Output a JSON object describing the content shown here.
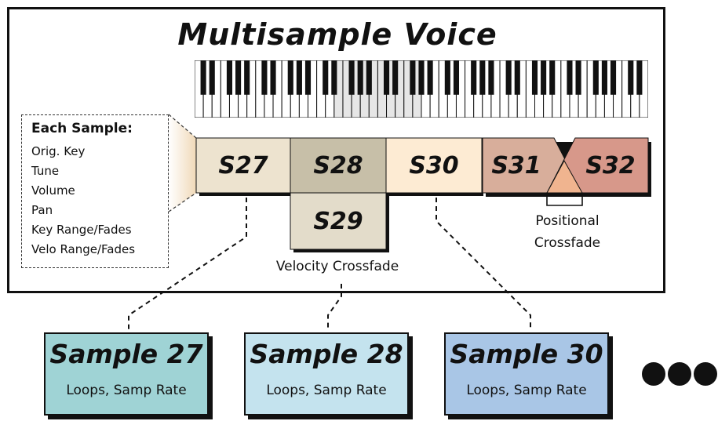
{
  "title": "Multisample Voice",
  "each_sample": {
    "heading": "Each Sample:",
    "items": [
      "Orig. Key",
      "Tune",
      "Volume",
      "Pan",
      "Key Range/Fades",
      "Velo Range/Fades"
    ]
  },
  "samples": [
    {
      "label": "S27",
      "color": "#ede3cf"
    },
    {
      "label": "S28",
      "color": "#c7bfa8"
    },
    {
      "label": "S29",
      "color": "#e3dcca"
    },
    {
      "label": "S30",
      "color": "#fdebd3"
    },
    {
      "label": "S31",
      "color": "#d8ae9b"
    },
    {
      "label": "S32",
      "color": "#d7988a"
    }
  ],
  "captions": {
    "velocity": "Velocity Crossfade",
    "positional_line1": "Positional",
    "positional_line2": "Crossfade"
  },
  "sample_boxes": [
    {
      "title": "Sample 27",
      "subtitle": "Loops, Samp Rate",
      "color": "#9fd3d5"
    },
    {
      "title": "Sample 28",
      "subtitle": "Loops, Samp Rate",
      "color": "#c4e3ee"
    },
    {
      "title": "Sample 30",
      "subtitle": "Loops, Samp Rate",
      "color": "#a9c6e6"
    }
  ]
}
